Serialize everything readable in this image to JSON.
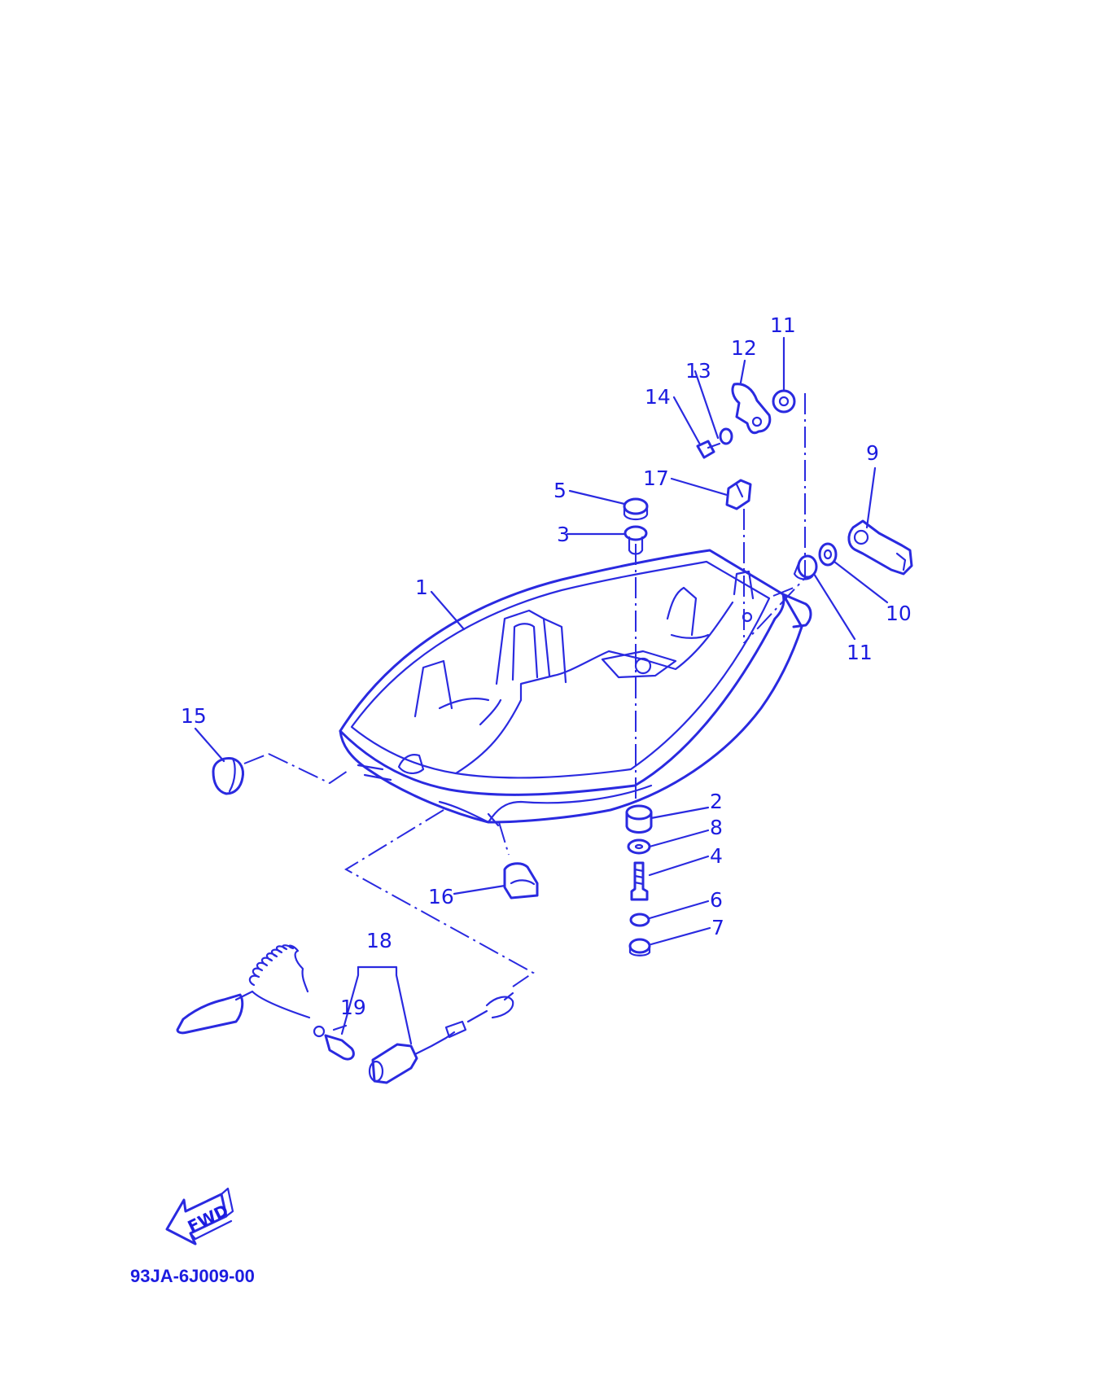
{
  "diagram": {
    "labels": [
      "1",
      "2",
      "3",
      "4",
      "5",
      "6",
      "7",
      "8",
      "9",
      "10",
      "11",
      "11",
      "12",
      "13",
      "14",
      "15",
      "16",
      "17",
      "18",
      "19"
    ],
    "arrow_text": "FWD",
    "part_code": "93JA-6J009-00",
    "ink_color": "#2a2ae0"
  }
}
